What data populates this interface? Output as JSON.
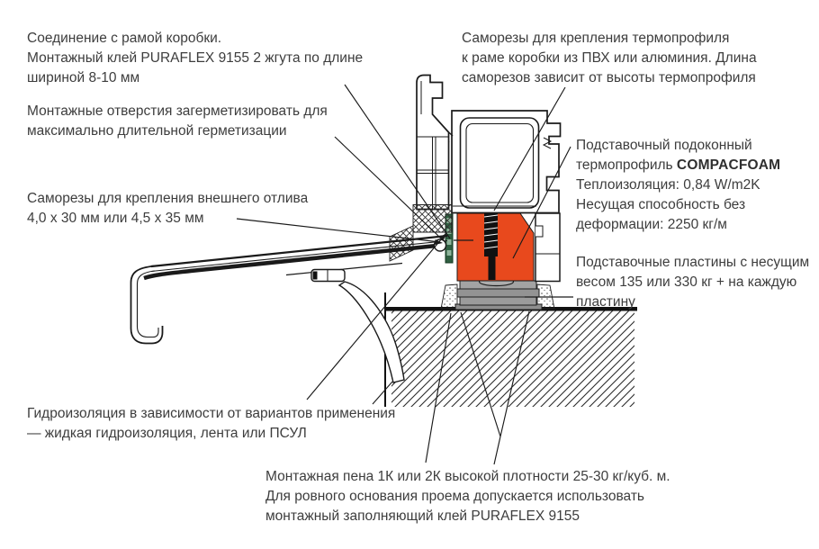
{
  "colors": {
    "thermoprofile_orange": "#E8491D",
    "plate_gray": "#9b9b9b",
    "plate_gray_dark": "#8e8e8e",
    "gasket_green": "#2F5F41",
    "line_black": "#1a1a1a",
    "text_gray": "#3d3d3d"
  },
  "annotations": {
    "frame_joint": {
      "lines": [
        "Соединение с рамой коробки.",
        "Монтажный клей PURAFLEX 9155 2 жгута по длине",
        "шириной 8-10 мм"
      ]
    },
    "mounting_holes": {
      "lines": [
        "Монтажные отверстия загерметизировать для",
        "максимально длительной герметизации"
      ]
    },
    "drip_screws": {
      "lines": [
        "Саморезы для крепления внешнего отлива",
        "4,0 х 30 мм или 4,5 х 35 мм"
      ]
    },
    "thermoprofile_screws": {
      "lines": [
        "Саморезы для крепления термопрофиля",
        "к раме коробки из ПВХ или алюминия. Длина",
        "саморезов зависит от высоты термопрофиля"
      ]
    },
    "thermoprofile": {
      "line1": "Подставочный подоконный",
      "line2_prefix": "термопрофиль ",
      "brand": "COMPACFOAM",
      "line3": "Теплоизоляция: 0,84 W/m2K",
      "line4": "Несущая способность без",
      "line5": "деформации: 2250 кг/м"
    },
    "support_plates": {
      "lines": [
        "Подставочные пластины с несущим",
        "весом 135 или 330 кг + на каждую",
        "пластину"
      ]
    },
    "waterproofing": {
      "lines": [
        "Гидроизоляция в зависимости от вариантов применения",
        "— жидкая гидроизоляция, лента или ПСУЛ"
      ]
    },
    "foam": {
      "lines": [
        "Монтажная пена 1К или 2К высокой плотности 25-30 кг/куб. м.",
        "Для ровного основания проема допускается использовать",
        "монтажный заполняющий клей PURAFLEX 9155"
      ]
    }
  }
}
